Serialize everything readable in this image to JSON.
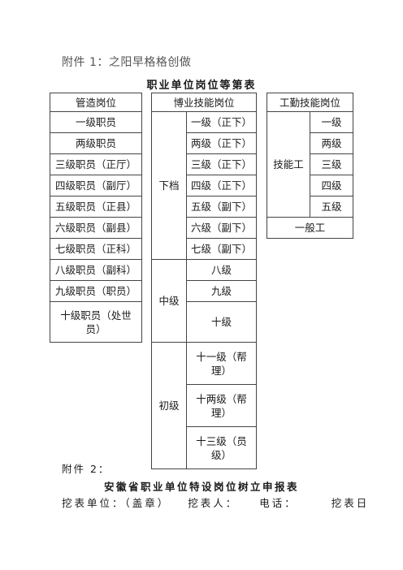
{
  "attachment1": "附件 1：之阳早格格创做",
  "title1": "职业单位岗位等第表",
  "table_manage": {
    "header": "管造岗位",
    "rows": [
      "一级职员",
      "两级职员",
      "三级职员（正厅）",
      "四级职员（副厅）",
      "五级职员（正县）",
      "六级职员（副县）",
      "七级职员（正科）",
      "八级职员（副科）",
      "九级职员（职员）",
      "十级职员（处世员）"
    ]
  },
  "table_tech": {
    "header": "博业技能岗位",
    "groups": [
      {
        "name": "下档",
        "items": [
          "一级（正下）",
          "两级（正下）",
          "三级（正下）",
          "四级（正下）",
          "五级（副下）",
          "六级（副下）",
          "七级（副下）"
        ]
      },
      {
        "name": "中级",
        "items": [
          "八级",
          "九级",
          "十级"
        ]
      },
      {
        "name": "初级",
        "items": [
          "十一级（帮理）",
          "十两级（帮理）",
          "十三级（员级）"
        ]
      }
    ]
  },
  "table_work": {
    "header": "工勤技能岗位",
    "group": "技能工",
    "levels": [
      "一级",
      "两级",
      "三级",
      "四级",
      "五级"
    ],
    "general": "一般工"
  },
  "attachment2": "附件 2：",
  "title2": "安徽省职业单位特设岗位树立申报表",
  "footer": {
    "unit_label": "挖表单位：（盖章）",
    "person_label": "挖表人：",
    "phone_label": "电话：",
    "date_label": "挖表日"
  }
}
